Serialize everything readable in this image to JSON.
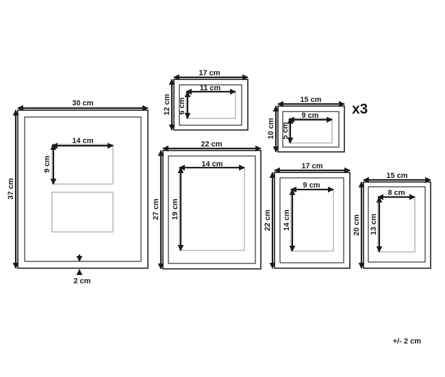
{
  "colors": {
    "ink": "#1a1a1a",
    "window_border": "#888888",
    "background": "#ffffff"
  },
  "frames": [
    {
      "id": "frame-large-collage",
      "outer_width": "30 cm",
      "outer_height": "37 cm",
      "openings": [
        "14 cm",
        "9 cm"
      ],
      "border_note": "2 cm"
    },
    {
      "id": "frame-17x12",
      "outer_width": "17 cm",
      "outer_height": "12 cm",
      "openings": [
        "11 cm",
        "6 cm"
      ]
    },
    {
      "id": "frame-15x10",
      "outer_width": "15 cm",
      "outer_height": "10 cm",
      "openings": [
        "9 cm",
        "5 cm"
      ],
      "quantity": "x3"
    },
    {
      "id": "frame-22x27",
      "outer_width": "22 cm",
      "outer_height": "27 cm",
      "openings": [
        "14 cm",
        "19 cm"
      ]
    },
    {
      "id": "frame-17x22",
      "outer_width": "17 cm",
      "outer_height": "22 cm",
      "openings": [
        "9 cm",
        "14 cm"
      ]
    },
    {
      "id": "frame-15x20",
      "outer_width": "15 cm",
      "outer_height": "20 cm",
      "openings": [
        "8 cm",
        "13 cm"
      ]
    }
  ],
  "tolerance": "+/- 2 cm"
}
